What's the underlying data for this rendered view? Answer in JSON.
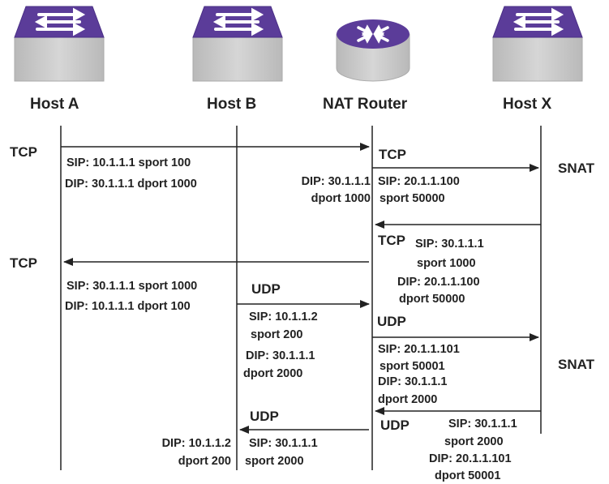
{
  "hosts": [
    {
      "label": "Host A",
      "icon": "switch-icon"
    },
    {
      "label": "Host B",
      "icon": "switch-icon"
    },
    {
      "label": "NAT Router",
      "icon": "router-icon"
    },
    {
      "label": "Host X",
      "icon": "switch-icon"
    }
  ],
  "colors": {
    "device_top": "#5b3c99",
    "device_body": "#c9c9c9",
    "line": "#222222"
  },
  "flows": {
    "tcp_out": {
      "proto_a": "TCP",
      "a_sip": "SIP: 10.1.1.1 sport 100",
      "a_dip": "DIP: 30.1.1.1 dport 1000",
      "nat_dip_1": "DIP: 30.1.1.1",
      "nat_dip_2": "dport 1000",
      "proto_nat": "TCP",
      "x_sip_1": "SIP: 20.1.1.100",
      "x_sip_2": "sport 50000",
      "snat": "SNAT"
    },
    "tcp_back": {
      "proto_nat": "TCP",
      "x_1": "SIP: 30.1.1.1",
      "x_2": "sport 1000",
      "x_3": "DIP: 20.1.1.100",
      "x_4": "dport 50000",
      "proto_a": "TCP",
      "a_sip": "SIP: 30.1.1.1 sport 1000",
      "a_dip": "DIP: 10.1.1.1 dport 100"
    },
    "udp_out": {
      "proto_b": "UDP",
      "b_1": "SIP: 10.1.1.2",
      "b_2": "sport 200",
      "b_3": "DIP: 30.1.1.1",
      "b_4": "dport 2000",
      "proto_nat": "UDP",
      "x_1": "SIP: 20.1.1.101",
      "x_2": "sport 50001",
      "x_3": "DIP: 30.1.1.1",
      "x_4": "dport 2000",
      "snat": "SNAT"
    },
    "udp_back": {
      "proto_nat": "UDP",
      "x_1": "SIP: 30.1.1.1",
      "x_2": "sport 2000",
      "x_3": "DIP: 20.1.1.101",
      "x_4": "dport 50001",
      "proto_b": "UDP",
      "b_1": "SIP: 30.1.1.1",
      "b_2": "sport 2000",
      "left_1": "DIP: 10.1.1.2",
      "left_2": "dport 200"
    }
  }
}
